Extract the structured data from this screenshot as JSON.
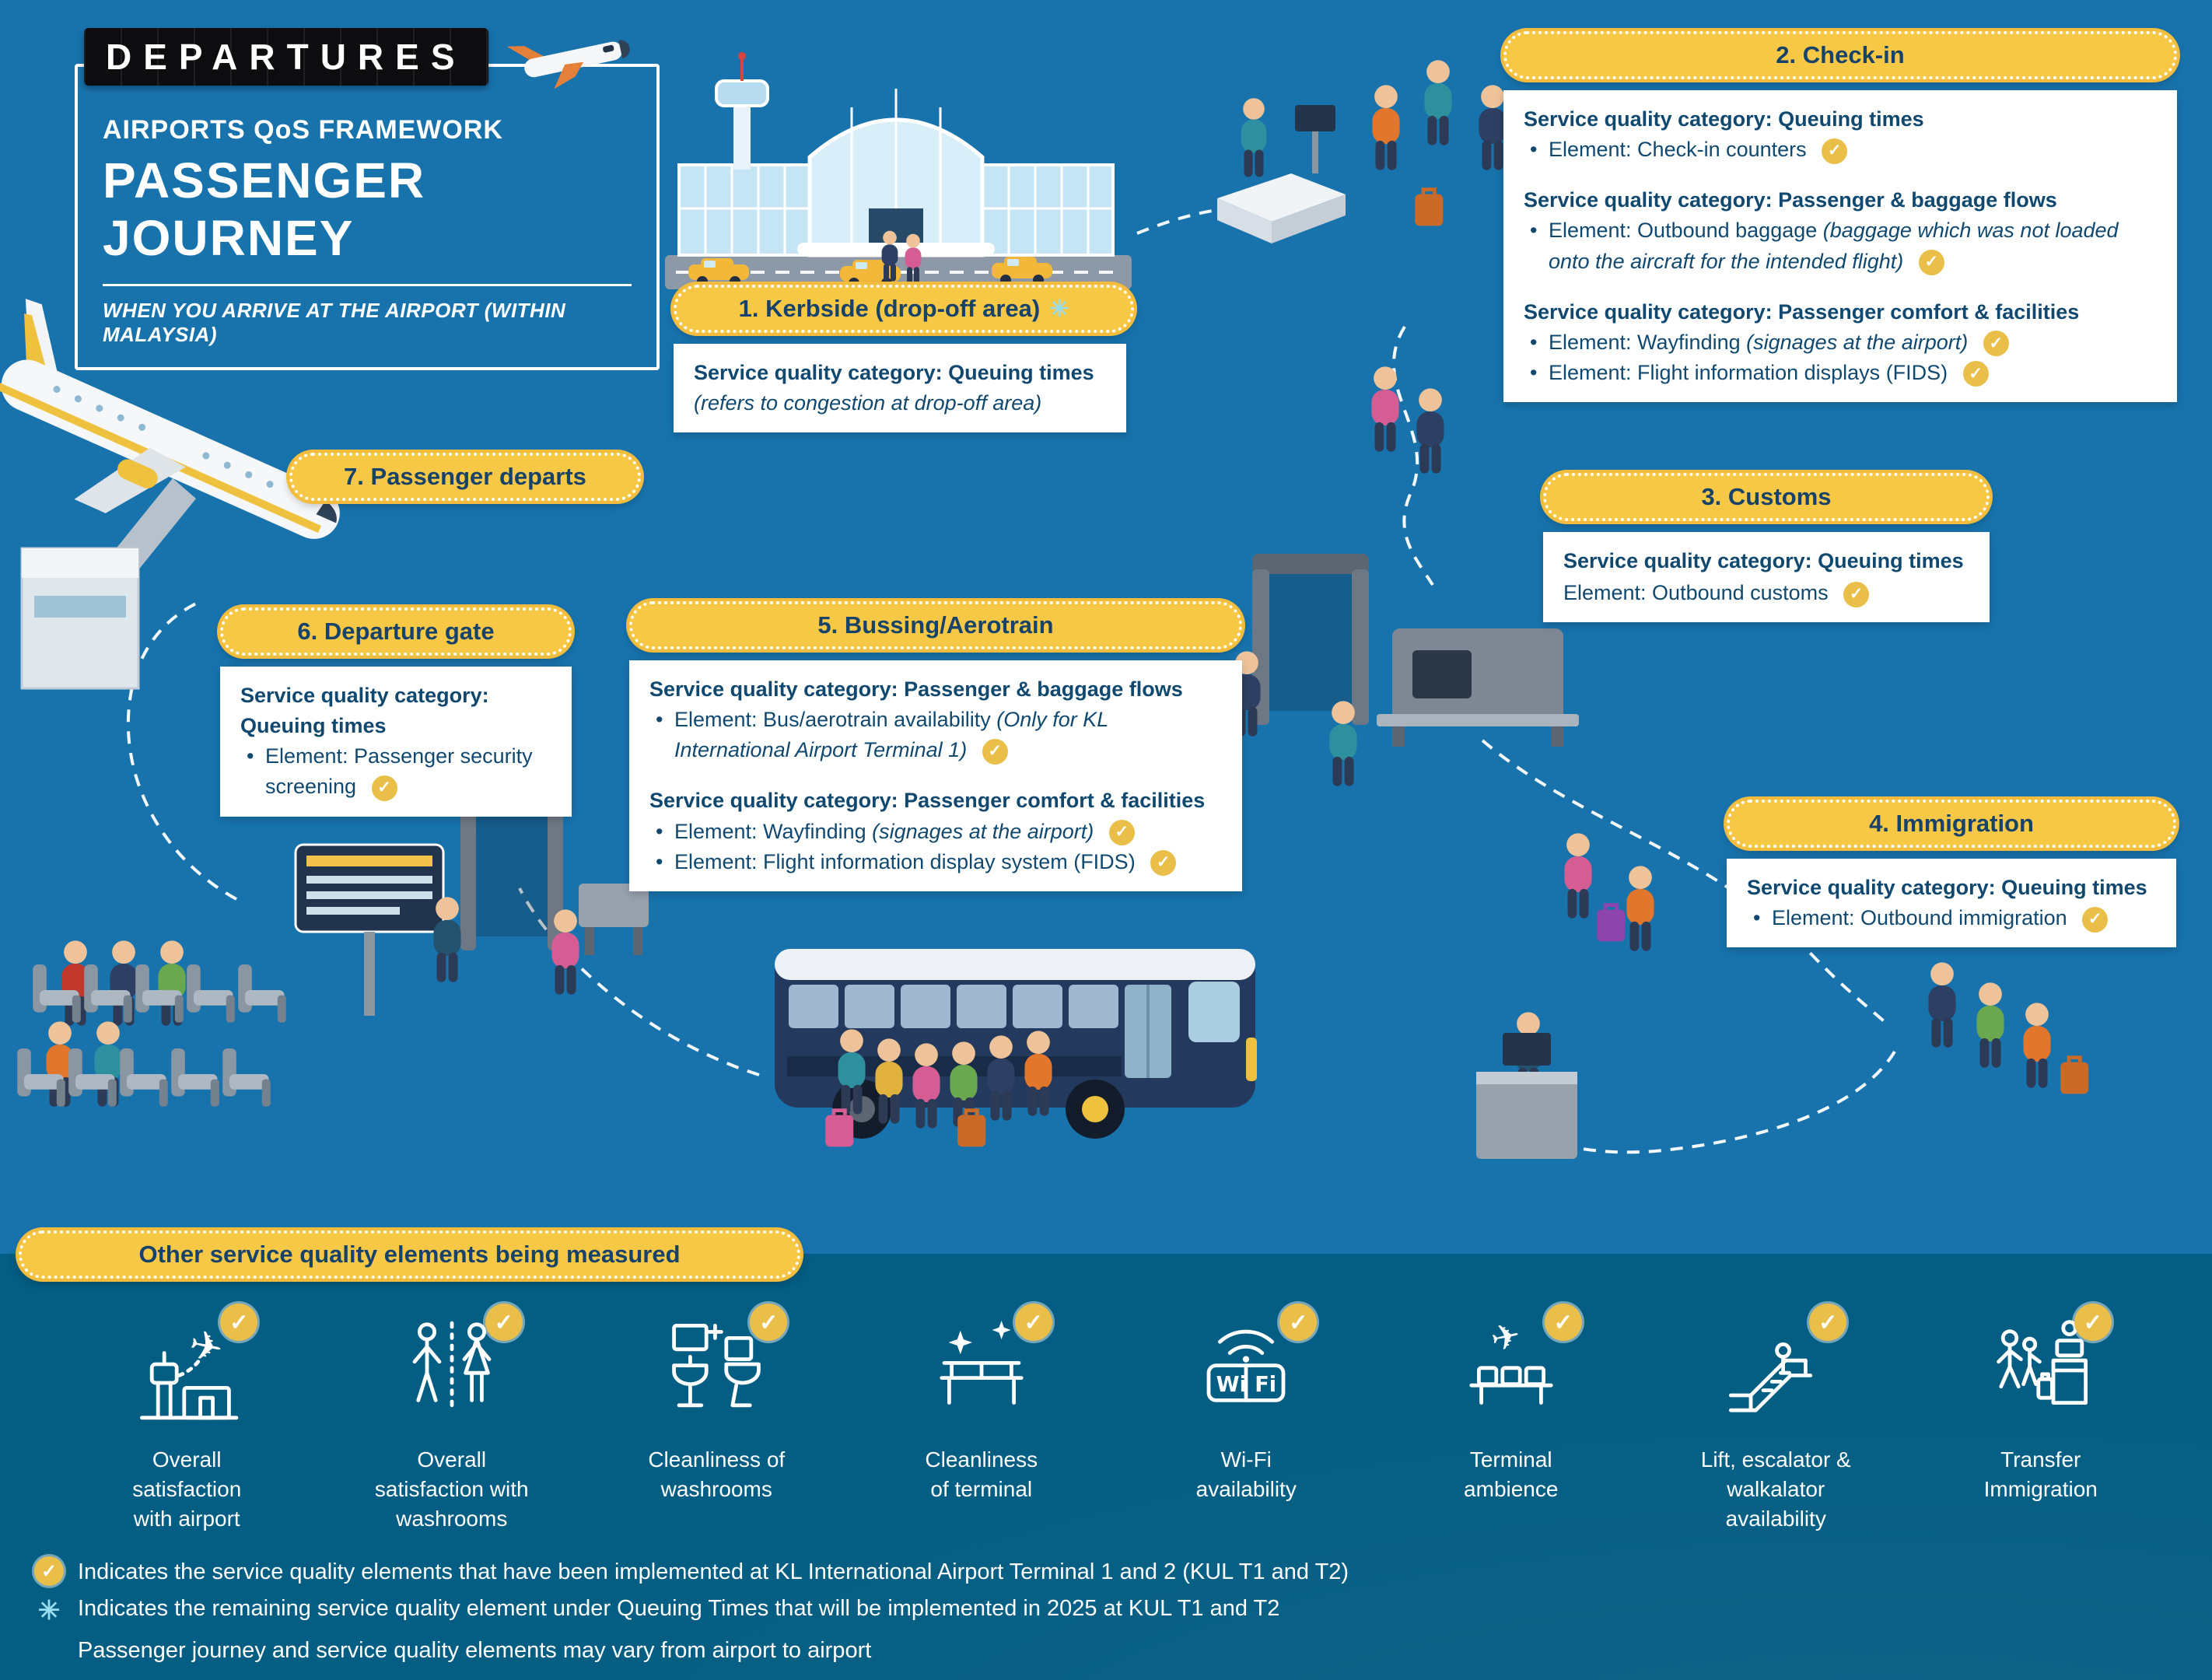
{
  "colors": {
    "bg_main": "#1873ad",
    "bg_bottom": "#045d82",
    "badge_bg": "#f7c845",
    "badge_text": "#17426a",
    "box_text": "#10486f",
    "check_gold": "#eabf49",
    "asterisk_cyan": "#9adcf0"
  },
  "icons": {
    "check": "✓",
    "asterisk": "✳",
    "wifi_left": "Wi",
    "wifi_right": "Fi"
  },
  "title": {
    "sign": "DEPARTURES",
    "framework": "AIRPORTS QoS FRAMEWORK",
    "heading": "PASSENGER JOURNEY",
    "tagline": "WHEN YOU ARRIVE AT THE AIRPORT (WITHIN MALAYSIA)"
  },
  "stages": {
    "kerbside": {
      "badge": "1. Kerbside (drop-off area)",
      "header": "Service quality category: Queuing times",
      "note": "(refers to congestion at drop-off area)"
    },
    "checkin": {
      "badge": "2. Check-in",
      "sections": [
        {
          "header": "Service quality category: Queuing times",
          "items": [
            {
              "pre": "Element: Check-in counters",
              "italic": "",
              "post": ""
            }
          ]
        },
        {
          "header": "Service quality category: Passenger & baggage flows",
          "items": [
            {
              "pre": "Element: Outbound baggage ",
              "italic": "(baggage which was not loaded onto the aircraft for the intended flight)",
              "post": ""
            }
          ]
        },
        {
          "header": "Service quality category: Passenger comfort & facilities",
          "items": [
            {
              "pre": "Element: Wayfinding ",
              "italic": "(signages at the airport)",
              "post": ""
            },
            {
              "pre": "Element: Flight information displays (FIDS)",
              "italic": "",
              "post": ""
            }
          ]
        }
      ]
    },
    "customs": {
      "badge": "3. Customs",
      "header": "Service quality category: Queuing times",
      "item": "Element: Outbound customs"
    },
    "immigration": {
      "badge": "4. Immigration",
      "header": "Service quality category: Queuing times",
      "item": "Element: Outbound immigration"
    },
    "bussing": {
      "badge": "5. Bussing/Aerotrain",
      "sections": [
        {
          "header": "Service quality category: Passenger & baggage flows",
          "items": [
            {
              "pre": "Element: Bus/aerotrain availability ",
              "italic": "(Only for KL International Airport Terminal 1)",
              "post": ""
            }
          ]
        },
        {
          "header": "Service quality category: Passenger comfort & facilities",
          "items": [
            {
              "pre": "Element: Wayfinding ",
              "italic": "(signages at the airport)",
              "post": ""
            },
            {
              "pre": "Element: Flight information display system (FIDS)",
              "italic": "",
              "post": ""
            }
          ]
        }
      ]
    },
    "gate": {
      "badge": "6. Departure gate",
      "header": "Service quality category: Queuing times",
      "item": "Element: Passenger security screening"
    },
    "departs": {
      "badge": "7. Passenger departs"
    }
  },
  "other_elements": {
    "badge": "Other service quality elements being measured",
    "items": [
      {
        "icon": "airport-icon",
        "label": "Overall\nsatisfaction\nwith airport"
      },
      {
        "icon": "washroom-satisfaction-icon",
        "label": "Overall\nsatisfaction with\nwashrooms"
      },
      {
        "icon": "washroom-cleanliness-icon",
        "label": "Cleanliness of\nwashrooms"
      },
      {
        "icon": "terminal-cleanliness-icon",
        "label": "Cleanliness\nof terminal"
      },
      {
        "icon": "wifi-icon",
        "label": "Wi-Fi\navailability"
      },
      {
        "icon": "terminal-ambience-icon",
        "label": "Terminal\nambience"
      },
      {
        "icon": "escalator-icon",
        "label": "Lift, escalator &\nwalkalator\navailability"
      },
      {
        "icon": "transfer-immigration-icon",
        "label": "Transfer\nImmigration"
      }
    ]
  },
  "legend": [
    {
      "icon": "check-icon",
      "text": "Indicates the service quality elements that have been implemented at KL International Airport Terminal 1 and 2 (KUL T1 and T2)"
    },
    {
      "icon": "asterisk-icon",
      "text": "Indicates the remaining service quality element under Queuing Times that will be implemented in 2025 at KUL T1 and T2"
    },
    {
      "icon": "",
      "text": "Passenger journey and service quality elements may vary from airport to airport"
    }
  ]
}
